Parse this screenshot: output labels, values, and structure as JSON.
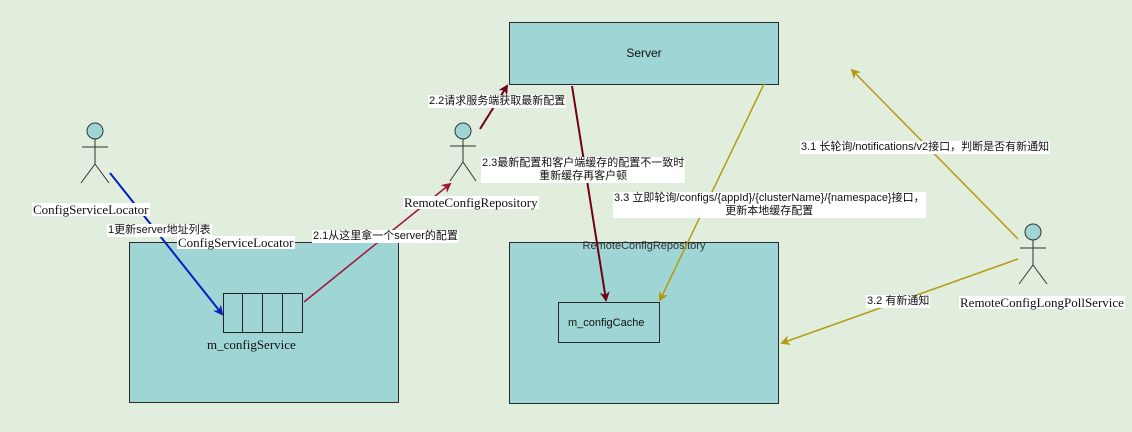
{
  "nodes": {
    "server": "Server",
    "locator_box": "ConfigServiceLocator",
    "repo_box": "RemoteConfigRepository",
    "config_service": "m_configService",
    "config_cache": "m_configCache"
  },
  "actors": {
    "locator": "ConfigServiceLocator",
    "repository": "RemoteConfigRepository",
    "long_poll": "RemoteConfigLongPollService"
  },
  "edges": {
    "e1": "1更新server地址列表",
    "e21": "2.1从这里拿一个server的配置",
    "e22": "2.2请求服务端获取最新配置",
    "e23_line1": "2.3最新配置和客户端缓存的配置不一致时",
    "e23_line2": "重新缓存再客户顿",
    "e31": "3.1 长轮询/notifications/v2接口，判断是否有新通知",
    "e32": "3.2 有新通知",
    "e33_line1": "3.3 立即轮询/configs/{appId}/{clusterName}/{namespace}接口，",
    "e33_line2": "更新本地缓存配置"
  },
  "colors": {
    "background": "#e2eedd",
    "box_fill": "#9fd5d4",
    "actor_fill": "#9fd5d4",
    "blue_arrow": "#0020c0",
    "dark_red_arrow": "#6e0018",
    "crimson_arrow": "#a0143c",
    "olive_arrow": "#b59a10"
  }
}
